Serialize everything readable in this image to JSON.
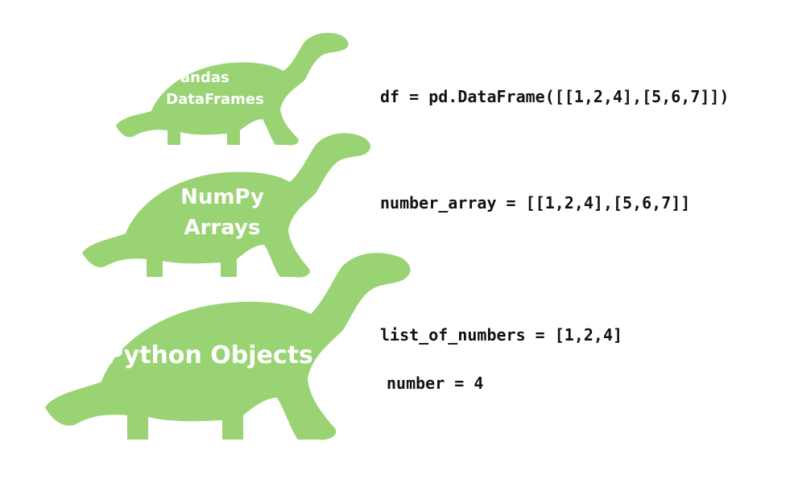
{
  "colors": {
    "turtle_fill": "#99d373",
    "label_text": "#ffffff",
    "code_text": "#111111",
    "background": "#ffffff"
  },
  "turtles": {
    "pandas": {
      "icon": "turtle-icon",
      "label_line1": "Pandas",
      "label_line2": "DataFrames"
    },
    "numpy": {
      "icon": "turtle-icon",
      "label_line1": "NumPy",
      "label_line2": "Arrays"
    },
    "python": {
      "icon": "turtle-icon",
      "label": "Python Objects"
    }
  },
  "code": {
    "dataframe": "df = pd.DataFrame([[1,2,4],[5,6,7]])",
    "numpy_array": "number_array = [[1,2,4],[5,6,7]]",
    "list_of_numbers": "list_of_numbers = [1,2,4]",
    "number": "number = 4"
  }
}
